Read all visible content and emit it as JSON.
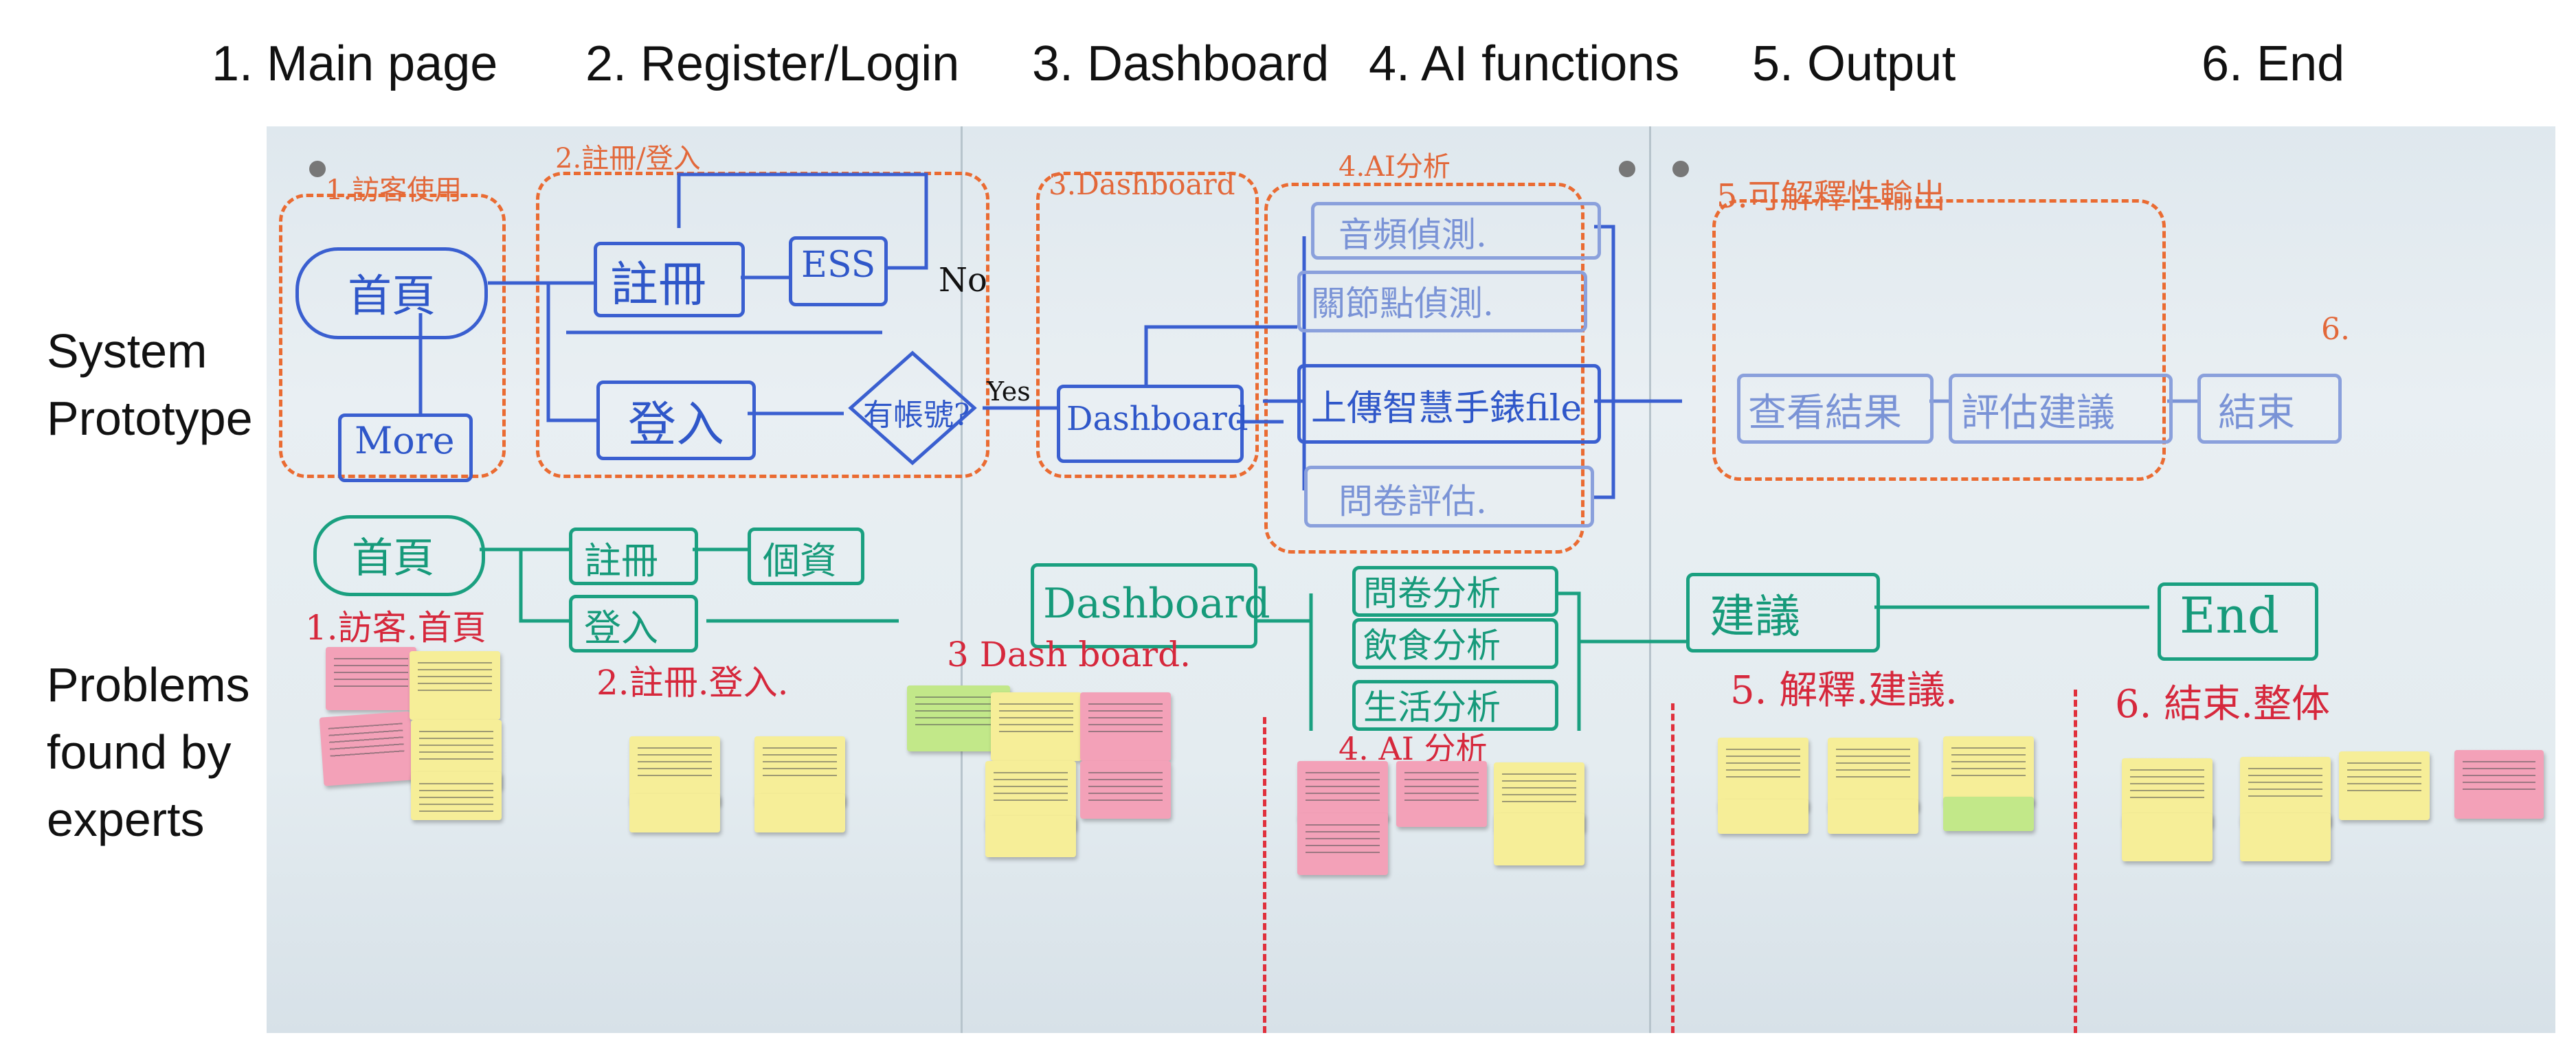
{
  "stages": [
    "1. Main page",
    "2. Register/Login",
    "3. Dashboard",
    "4. AI functions",
    "5. Output",
    "6. End"
  ],
  "row_labels": {
    "prototype": [
      "System",
      "Prototype"
    ],
    "problems": [
      "Problems",
      "found by",
      "experts"
    ]
  },
  "board": {
    "orange_headers": {
      "h1": "1.訪客使用",
      "h2": "2.註冊/登入",
      "h3": "3.Dashboard",
      "h4": "4.AI分析",
      "h5": "5.可解釋性輸出",
      "h6": "6."
    },
    "blue": {
      "home": "首頁",
      "more": "More",
      "register": "註冊",
      "ess": "ESS",
      "login": "登入",
      "no": "No",
      "verify": "有帳號?",
      "yes": "Yes",
      "dashboard": "Dashboard",
      "ai1": "音頻偵測.",
      "ai2": "關節點偵測.",
      "ai3": "上傳智慧手錶file",
      "ai4": "問卷評估.",
      "out1": "查看結果",
      "out2": "評估建議",
      "out3": "結束"
    },
    "green": {
      "home": "首頁",
      "register": "註冊",
      "profile": "個資",
      "login": "登入",
      "dashboard": "Dashboard",
      "a1": "問卷分析",
      "a2": "飲食分析",
      "a3": "生活分析",
      "advice": "建議",
      "end": "End"
    },
    "red": {
      "r1": "1.訪客.首頁",
      "r2": "2.註冊.登入.",
      "r3": "3 Dash board.",
      "r4": "4. AI 分析",
      "r5": "5. 解釋.建議.",
      "r6": "6. 結束.整体"
    }
  },
  "colors": {
    "blue_marker": "#2f57c9",
    "green_marker": "#169a7a",
    "red_marker": "#d6283c",
    "orange_marker": "#e2683a",
    "note_yellow": "#f6ee98",
    "note_pink": "#f3a1b8",
    "note_green": "#c2e889"
  }
}
